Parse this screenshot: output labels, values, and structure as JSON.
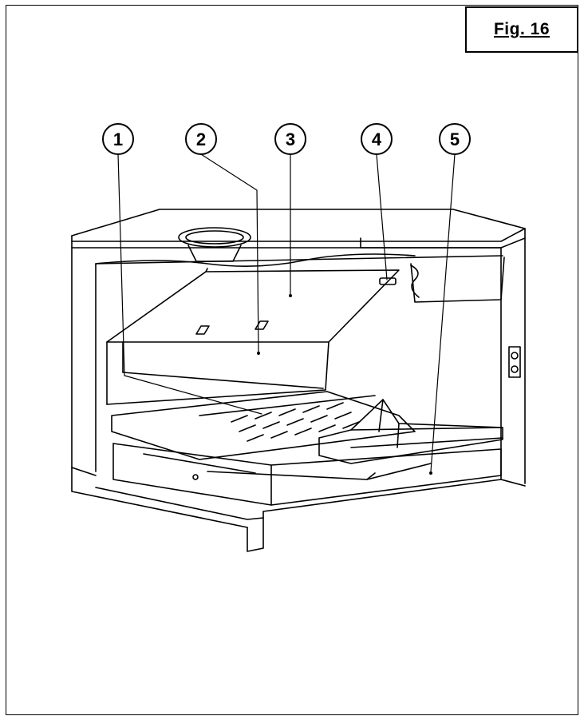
{
  "figure": {
    "label": "Fig. 16"
  },
  "callouts": [
    {
      "number": "1"
    },
    {
      "number": "2"
    },
    {
      "number": "3"
    },
    {
      "number": "4"
    },
    {
      "number": "5"
    }
  ],
  "colors": {
    "ink": "#000000",
    "paper": "#ffffff"
  }
}
